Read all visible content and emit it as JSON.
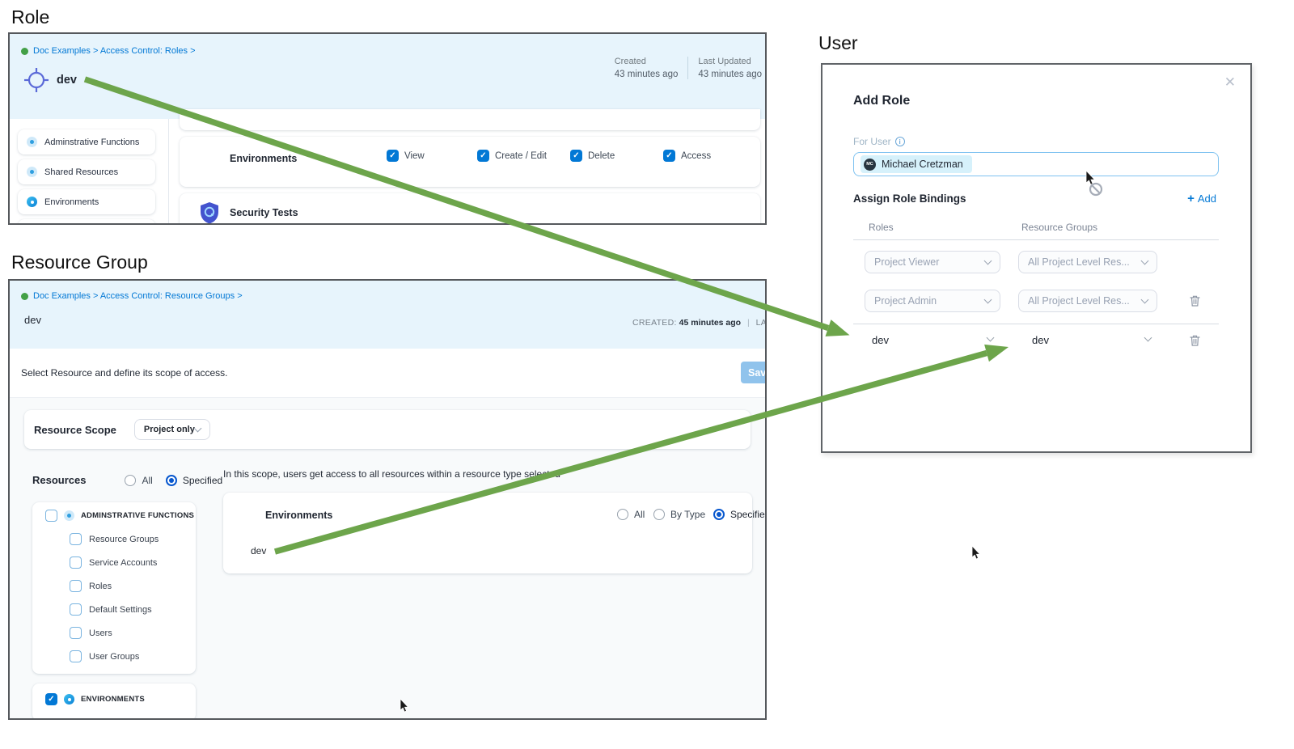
{
  "colors": {
    "accent_blue": "#0278d5",
    "arrow_green": "#6da54b",
    "header_bg": "#e7f4fc",
    "save_button": "#90c3ec",
    "chip_bg": "#d6f1fb",
    "checkbox_blue": "#0278d5",
    "radio_selected": "#0757ce"
  },
  "icons": {
    "close": "✕",
    "add": "+",
    "info": "i",
    "breadcrumb_dot": "green-circle",
    "role_target": "crosshair",
    "environments": "blue-circle-diamond",
    "security_tests": "indigo-shield",
    "trash": "trash-can",
    "chevron": "⌄",
    "cursor": "pointer-arrow",
    "blocked": "circle-slash"
  },
  "role": {
    "section_label": "Role",
    "breadcrumb": "Doc Examples > Access Control: Roles >",
    "title": "dev",
    "meta": {
      "created_label": "Created",
      "created_value": "43 minutes ago",
      "updated_label": "Last Updated",
      "updated_value": "43 minutes ago"
    },
    "sidebar": [
      {
        "label": "Adminstrative Functions"
      },
      {
        "label": "Shared Resources"
      },
      {
        "label": "Environments"
      }
    ],
    "resource_row": {
      "label": "Environments",
      "permissions": [
        {
          "label": "View",
          "checked": true
        },
        {
          "label": "Create / Edit",
          "checked": true
        },
        {
          "label": "Delete",
          "checked": true
        },
        {
          "label": "Access",
          "checked": true
        }
      ]
    },
    "security_row": {
      "label": "Security Tests"
    }
  },
  "resource_group": {
    "section_label": "Resource Group",
    "breadcrumb": "Doc Examples > Access Control: Resource Groups >",
    "title": "dev",
    "meta": {
      "created_label": "CREATED:",
      "created_value": "45 minutes ago",
      "separator": "|",
      "updated_label": "LAST UPD"
    },
    "instruction": "Select Resource and define its scope of access.",
    "save_label": "Sav",
    "resource_scope": {
      "label": "Resource Scope",
      "value": "Project only"
    },
    "resources": {
      "label": "Resources",
      "options": [
        {
          "label": "All",
          "selected": false
        },
        {
          "label": "Specified",
          "selected": true
        }
      ]
    },
    "tree": {
      "group_label": "ADMINSTRATIVE FUNCTIONS",
      "group_checked": false,
      "children": [
        "Resource Groups",
        "Service Accounts",
        "Roles",
        "Default Settings",
        "Users",
        "User Groups"
      ],
      "env_group_label": "ENVIRONMENTS",
      "env_group_checked": true
    },
    "scope_note": "In this scope, users get access to all resources within a resource type selected",
    "environments_row": {
      "label": "Environments",
      "options": [
        {
          "label": "All",
          "selected": false
        },
        {
          "label": "By Type",
          "selected": false
        },
        {
          "label": "Specified",
          "selected": true
        }
      ],
      "value": "dev"
    }
  },
  "user": {
    "section_label": "User",
    "modal_title": "Add Role",
    "for_user_label": "For User",
    "chip": {
      "initials": "MC",
      "name": "Michael Cretzman"
    },
    "assign_heading": "Assign Role Bindings",
    "add_label": "Add",
    "columns": [
      "Roles",
      "Resource Groups"
    ],
    "bindings": [
      {
        "role": "Project Viewer",
        "resource_group": "All Project Level Res..."
      },
      {
        "role": "Project Admin",
        "resource_group": "All Project Level Res..."
      },
      {
        "role": "dev",
        "resource_group": "dev"
      }
    ]
  }
}
